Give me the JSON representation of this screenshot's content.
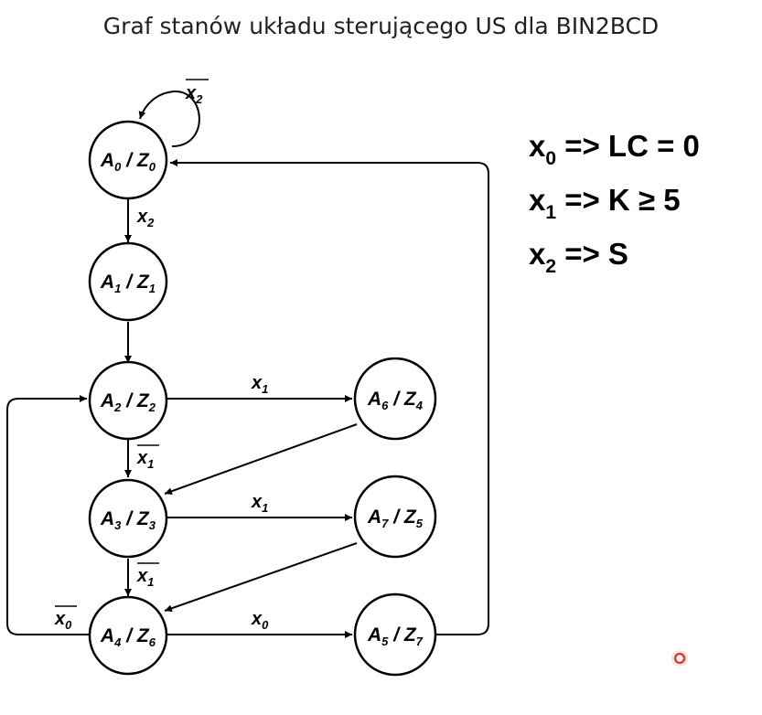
{
  "title": "Graf stanów układu sterującego US dla BIN2BCD",
  "states": [
    {
      "id": "A0",
      "state": "A",
      "state_sub": "0",
      "output": "Z",
      "output_sub": "0"
    },
    {
      "id": "A1",
      "state": "A",
      "state_sub": "1",
      "output": "Z",
      "output_sub": "1"
    },
    {
      "id": "A2",
      "state": "A",
      "state_sub": "2",
      "output": "Z",
      "output_sub": "2"
    },
    {
      "id": "A3",
      "state": "A",
      "state_sub": "3",
      "output": "Z",
      "output_sub": "3"
    },
    {
      "id": "A4",
      "state": "A",
      "state_sub": "4",
      "output": "Z",
      "output_sub": "6"
    },
    {
      "id": "A6",
      "state": "A",
      "state_sub": "6",
      "output": "Z",
      "output_sub": "4"
    },
    {
      "id": "A7",
      "state": "A",
      "state_sub": "7",
      "output": "Z",
      "output_sub": "5"
    },
    {
      "id": "A5",
      "state": "A",
      "state_sub": "5",
      "output": "Z",
      "output_sub": "7"
    }
  ],
  "transitions": [
    {
      "from": "A0",
      "to": "A0",
      "var": "x",
      "sub": "2",
      "negated": true
    },
    {
      "from": "A0",
      "to": "A1",
      "var": "x",
      "sub": "2",
      "negated": false
    },
    {
      "from": "A1",
      "to": "A2",
      "var": "",
      "sub": "",
      "negated": false
    },
    {
      "from": "A2",
      "to": "A6",
      "var": "x",
      "sub": "1",
      "negated": false
    },
    {
      "from": "A2",
      "to": "A3",
      "var": "x",
      "sub": "1",
      "negated": true
    },
    {
      "from": "A6",
      "to": "A3",
      "var": "",
      "sub": "",
      "negated": false
    },
    {
      "from": "A3",
      "to": "A7",
      "var": "x",
      "sub": "1",
      "negated": false
    },
    {
      "from": "A3",
      "to": "A4",
      "var": "x",
      "sub": "1",
      "negated": true
    },
    {
      "from": "A7",
      "to": "A4",
      "var": "",
      "sub": "",
      "negated": false
    },
    {
      "from": "A4",
      "to": "A5",
      "var": "x",
      "sub": "0",
      "negated": false
    },
    {
      "from": "A4",
      "to": "A2",
      "var": "x",
      "sub": "0",
      "negated": true
    },
    {
      "from": "A5",
      "to": "A0",
      "var": "",
      "sub": "",
      "negated": false
    }
  ],
  "legend": [
    {
      "var": "x",
      "sub": "0",
      "text": " => LC = 0"
    },
    {
      "var": "x",
      "sub": "1",
      "text": " => K ≥ 5"
    },
    {
      "var": "x",
      "sub": "2",
      "text": " => S"
    }
  ],
  "marker_color": "#e53935"
}
